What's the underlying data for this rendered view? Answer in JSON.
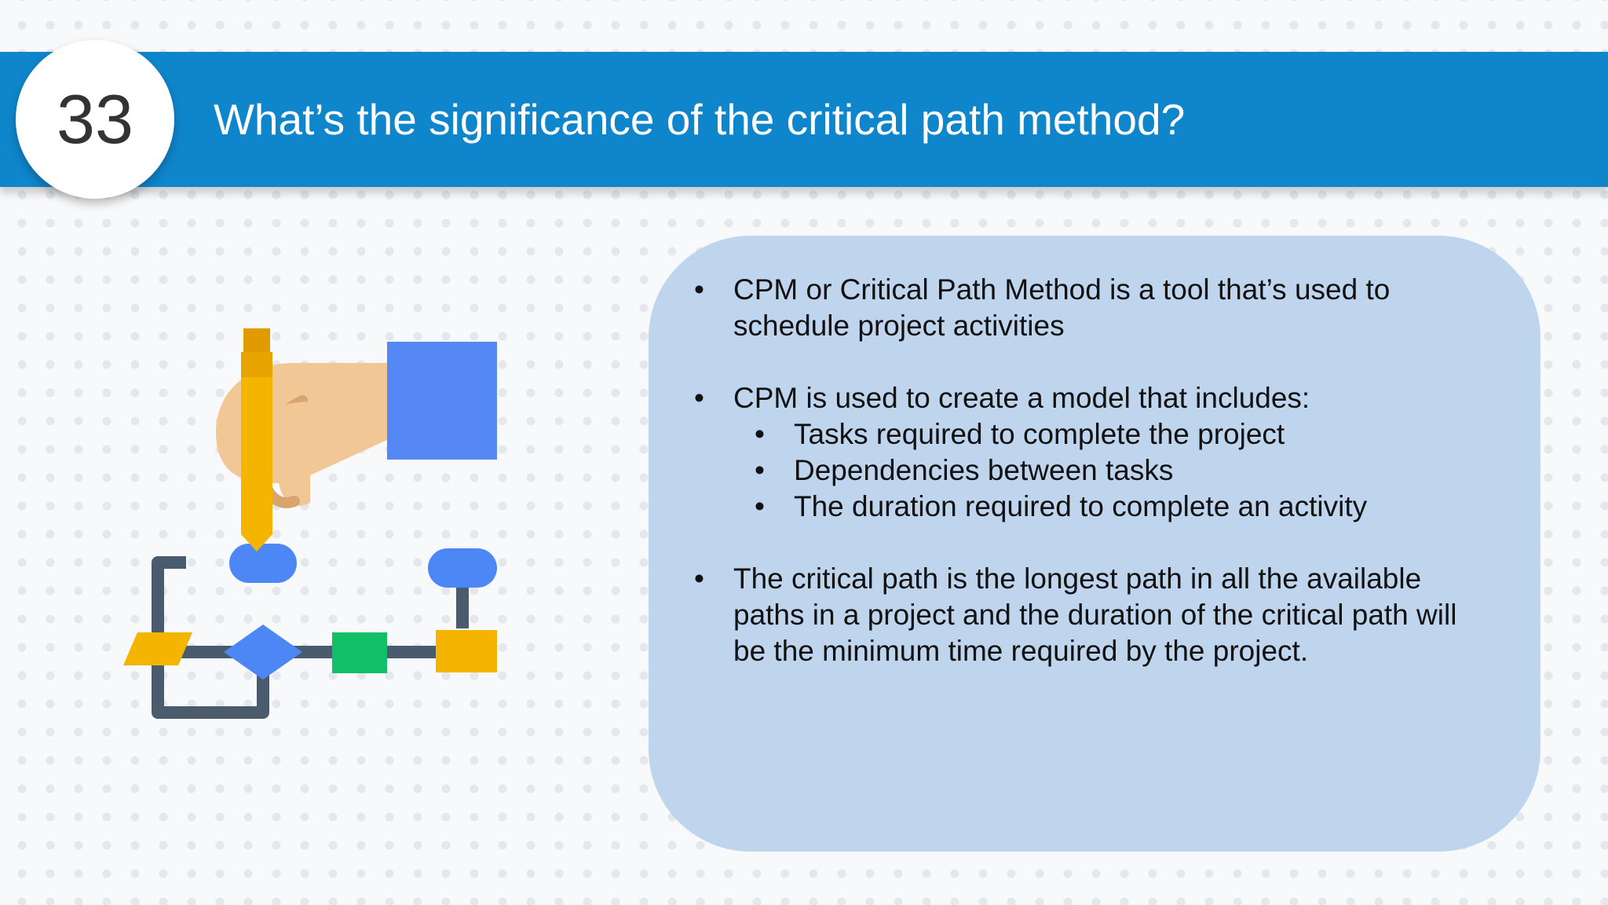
{
  "slide": {
    "number": "33",
    "title": "What’s the significance of the critical path method?"
  },
  "illustration": {
    "name": "hand-drawing-flowchart",
    "colors": {
      "hand": "#f2c796",
      "hand_shade": "#d9a56f",
      "sleeve": "#5688f5",
      "pencil": "#f4b400",
      "pencil_shade": "#e19b00",
      "connector": "#4b5b6e",
      "blue_shape": "#4d87f5",
      "green_shape": "#10c068",
      "yellow_shape": "#f4b400"
    }
  },
  "content": {
    "bullet_symbol": "•",
    "bullets": [
      {
        "lines": [
          "CPM or Critical Path Method is a tool that’s used to",
          "schedule project activities"
        ]
      },
      {
        "lines": [
          "CPM is used to create a model that includes:"
        ],
        "sub_items": [
          "Tasks required to complete the project",
          "Dependencies between tasks",
          "The duration required to complete an activity"
        ]
      },
      {
        "lines": [
          "The critical path is the longest path in all the available",
          "paths in a project and the duration of the critical path will",
          "be the minimum time required by the project."
        ]
      }
    ]
  },
  "colors": {
    "title_band": "#0f86cc",
    "content_box": "#bfd5ee",
    "text": "#111111"
  }
}
